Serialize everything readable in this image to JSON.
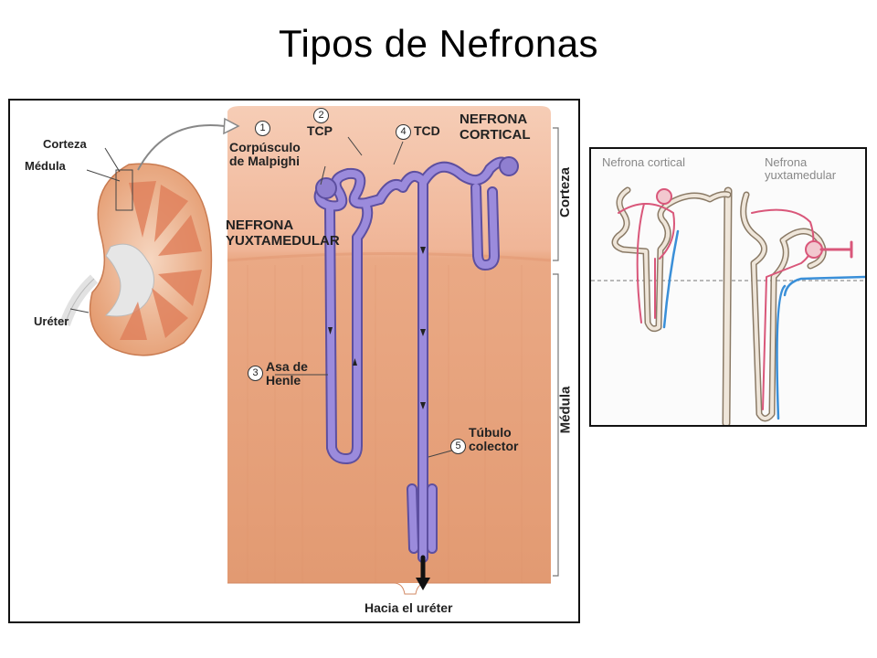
{
  "title": "Tipos de Nefronas",
  "main_diagram": {
    "kidney_labels": {
      "cortex": "Corteza",
      "medulla": "Médula",
      "ureter": "Uréter"
    },
    "numbered_labels": [
      {
        "number": "1",
        "text": ""
      },
      {
        "number": "2",
        "text": "TCP"
      },
      {
        "number": "4",
        "text": "TCD"
      },
      {
        "number": "3",
        "text": "Asa de\nHenle"
      },
      {
        "number": "5",
        "text": "Túbulo\ncolector"
      }
    ],
    "corpuscle_label": "Corpúsculo\nde Malpighi",
    "cortical_nephron": "NEFRONA\nCORTICAL",
    "juxtamedullary_nephron": "NEFRONA\nYUXTAMEDULAR",
    "region_cortex": "Corteza",
    "region_medulla": "Médula",
    "bottom_label": "Hacia el uréter"
  },
  "inset_diagram": {
    "cortical_label": "Nefrona cortical",
    "juxtamedullary_label": "Nefrona\nyuxtamedular"
  },
  "colors": {
    "tubule": "#8f7fd0",
    "tubule_outline": "#5d4fa0",
    "tissue_cortex": "#f0b597",
    "tissue_medulla": "#e8a47e",
    "capillary_red": "#d9577a",
    "vasa_blue": "#3a8fd8"
  }
}
